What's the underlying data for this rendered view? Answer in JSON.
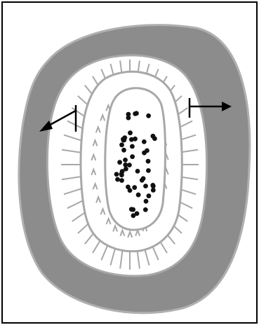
{
  "figure": {
    "kind": "cross-section-diagram",
    "has_text_labels": false,
    "colors": {
      "background": "#ffffff",
      "frame": "#000000",
      "outer_band": "#8c8c8c",
      "outline": "#a8a8a8",
      "dots": "#111111",
      "arrows": "#000000"
    },
    "regions": [
      "outer-grey-band",
      "radial-striated-ring",
      "chevron-marked-ring",
      "dotted-core"
    ],
    "arrows": [
      {
        "name": "left-arrow",
        "direction": "left-down"
      },
      {
        "name": "right-arrow",
        "direction": "right"
      }
    ],
    "dot_count": 52
  }
}
